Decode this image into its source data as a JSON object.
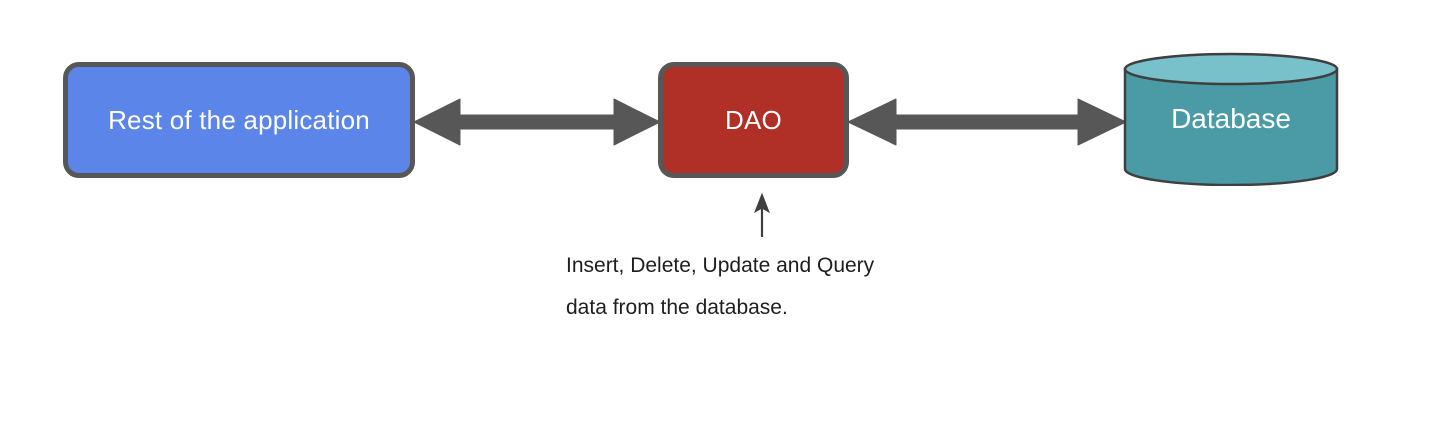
{
  "diagram": {
    "title": "DAO layer architecture diagram",
    "background_color": "#ffffff",
    "stroke_color": "#575757",
    "nodes": [
      {
        "id": "rest-of-application",
        "label": "Rest of the application",
        "shape": "rounded-rectangle",
        "fill": "#5b85e8",
        "border": "#575757",
        "text_color": "#ffffff"
      },
      {
        "id": "dao",
        "label": "DAO",
        "shape": "rounded-rectangle",
        "fill": "#b03028",
        "border": "#575757",
        "text_color": "#ffffff"
      },
      {
        "id": "database",
        "label": "Database",
        "shape": "cylinder",
        "fill": "#4b9ba6",
        "top_fill": "#78c0ca",
        "border": "#3f3f3f",
        "text_color": "#ffffff"
      }
    ],
    "connectors": [
      {
        "id": "app-dao",
        "from": "rest-of-application",
        "to": "dao",
        "style": "double-headed-arrow",
        "color": "#575757"
      },
      {
        "id": "dao-db",
        "from": "dao",
        "to": "database",
        "style": "double-headed-arrow",
        "color": "#575757"
      },
      {
        "id": "caption-pointer",
        "from": "caption",
        "to": "dao",
        "style": "single-headed-arrow-up",
        "color": "#3f3f3f"
      }
    ],
    "caption": {
      "line1": "Insert, Delete, Update and Query",
      "line2": "data from the database.",
      "text_color": "#1e1e1e"
    }
  }
}
